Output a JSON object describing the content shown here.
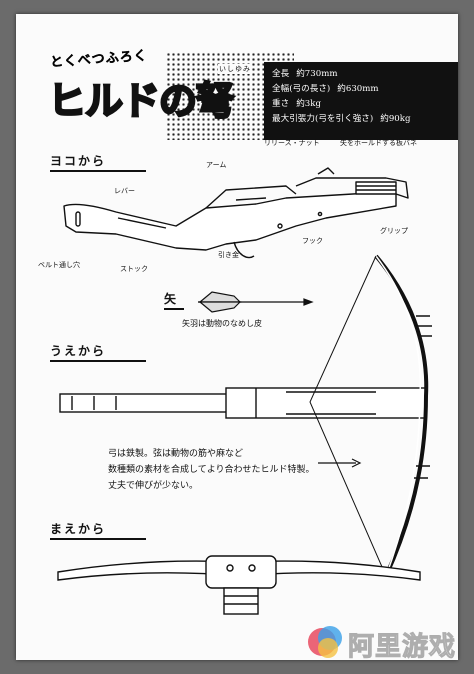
{
  "title": {
    "subtitle": "とくべつふろく",
    "main": "ヒルドの弩",
    "ruby": "いしゆみ"
  },
  "specs": [
    {
      "label": "全長",
      "value": "約730mm"
    },
    {
      "label": "全幅(弓の長さ)",
      "value": "約630mm"
    },
    {
      "label": "重さ",
      "value": "約3kg"
    },
    {
      "label": "最大引張力(弓を引く強さ)",
      "value": "約90kg"
    }
  ],
  "sections": {
    "side": "ヨコから",
    "arrow": "矢",
    "top": "うえから",
    "front": "まえから"
  },
  "labels": {
    "release_nut": "リリース・ナット",
    "leaf_spring": "矢をホールドする板バネ",
    "arm": "アーム",
    "lever": "レバー",
    "hook": "フック",
    "grip": "グリップ",
    "belt_hole": "ベルト通し穴",
    "stock": "ストック",
    "trigger": "引き金",
    "fletching": "矢羽は動物のなめし皮"
  },
  "note": {
    "line1": "弓は鉄製。弦は動物の筋や麻など",
    "line2": "数種類の素材を合成してより合わせたヒルド特製。",
    "line3": "丈夫で伸びが少ない。"
  },
  "watermark": "阿里游戏",
  "colors": {
    "ink": "#111111",
    "paper": "#fbfbfb",
    "frame": "#6b6b6b"
  }
}
